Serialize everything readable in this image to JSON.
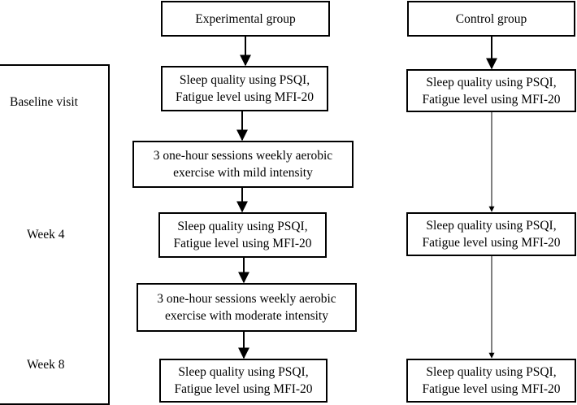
{
  "header": {
    "experimental": "Experimental  group",
    "control": "Control group"
  },
  "timeline": {
    "baseline": "Baseline visit",
    "week4": "Week 4",
    "week8": "Week 8"
  },
  "experimental": {
    "baseline": {
      "line1": "Sleep quality using PSQI,",
      "line2": "Fatigue level using MFI-20"
    },
    "intervention1": {
      "line1": "3 one-hour sessions weekly aerobic",
      "line2": "exercise with mild intensity"
    },
    "week4": {
      "line1": "Sleep quality using PSQI,",
      "line2": "Fatigue level using MFI-20"
    },
    "intervention2": {
      "line1": "3 one-hour sessions weekly aerobic",
      "line2": "exercise with moderate  intensity"
    },
    "week8": {
      "line1": "Sleep quality using PSQI,",
      "line2": "Fatigue level using MFI-20"
    }
  },
  "control": {
    "baseline": {
      "line1": "Sleep quality using PSQI,",
      "line2": "Fatigue level using MFI-20"
    },
    "week4": {
      "line1": "Sleep quality using PSQI,",
      "line2": "Fatigue level using MFI-20"
    },
    "week8": {
      "line1": "Sleep quality using PSQI,",
      "line2": "Fatigue level using MFI-20"
    }
  }
}
